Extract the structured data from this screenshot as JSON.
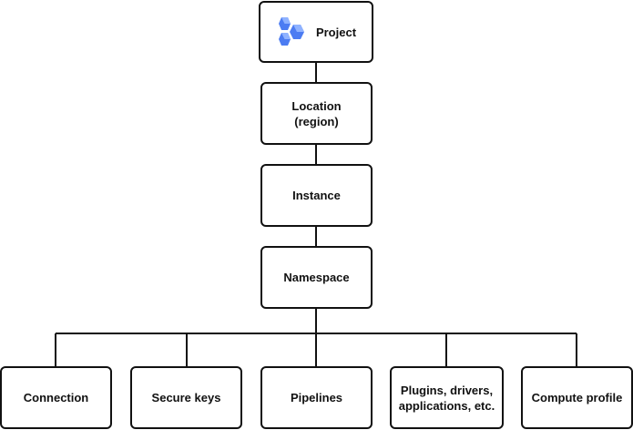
{
  "nodes": {
    "project": "Project",
    "location": "Location\n(region)",
    "instance": "Instance",
    "namespace": "Namespace",
    "connection": "Connection",
    "secure_keys": "Secure keys",
    "pipelines": "Pipelines",
    "plugins": "Plugins, drivers,\napplications, etc.",
    "compute_profile": "Compute profile"
  },
  "icons": {
    "project": "hexagon-cluster-icon"
  },
  "colors": {
    "border": "#111111",
    "text": "#111111",
    "icon_primary": "#4C7CF2",
    "icon_light": "#8FB2FF"
  }
}
